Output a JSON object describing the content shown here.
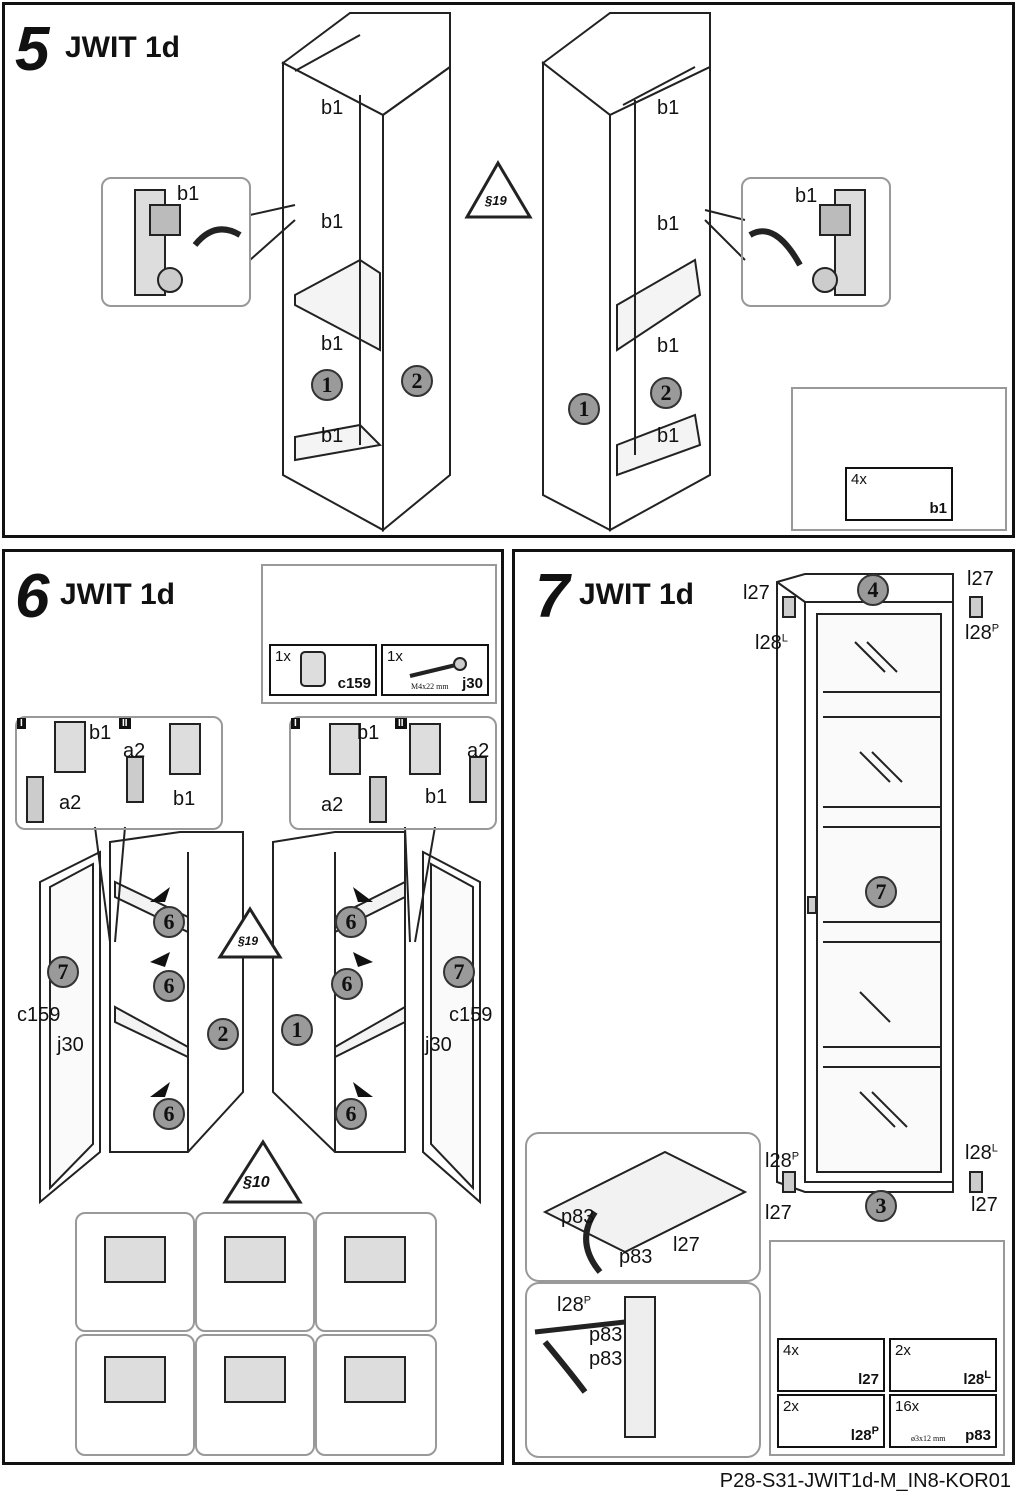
{
  "footer": "P28-S31-JWIT1d-M_IN8-KOR01",
  "step5": {
    "number": "5",
    "title": "JWIT 1d",
    "warning": "§19",
    "hinge_labels": [
      "b1",
      "b1",
      "b1",
      "b1",
      "b1",
      "b1",
      "b1",
      "b1",
      "b1",
      "b1"
    ],
    "parts": [
      "1",
      "2",
      "1",
      "2"
    ],
    "kit": {
      "qty": "4x",
      "code": "b1"
    }
  },
  "step6": {
    "number": "6",
    "title": "JWIT 1d",
    "warning_top": "§19",
    "warning_bottom": "§10",
    "kit": [
      {
        "qty": "1x",
        "code": "c159"
      },
      {
        "qty": "1x",
        "code": "j30",
        "dim": "M4x22 mm"
      }
    ],
    "detail_labels": {
      "b1": "b1",
      "a2": "a2",
      "I": "I",
      "II": "II"
    },
    "arrow_step": "6",
    "parts": {
      "door": "7",
      "left": "2",
      "right": "1"
    },
    "side_labels": {
      "c159": "c159",
      "j30": "j30"
    }
  },
  "step7": {
    "number": "7",
    "title": "JWIT 1d",
    "parts": {
      "top": "4",
      "door": "7",
      "bottom": "3"
    },
    "labels": {
      "l27": "l27",
      "l28": "l28",
      "sup_L": "L",
      "sup_P": "P",
      "p83": "p83"
    },
    "kit": [
      {
        "qty": "4x",
        "code": "l27"
      },
      {
        "qty": "2x",
        "code": "l28",
        "sup": "L"
      },
      {
        "qty": "2x",
        "code": "l28",
        "sup": "P"
      },
      {
        "qty": "16x",
        "code": "p83",
        "dim": "ø3x12 mm"
      }
    ]
  }
}
